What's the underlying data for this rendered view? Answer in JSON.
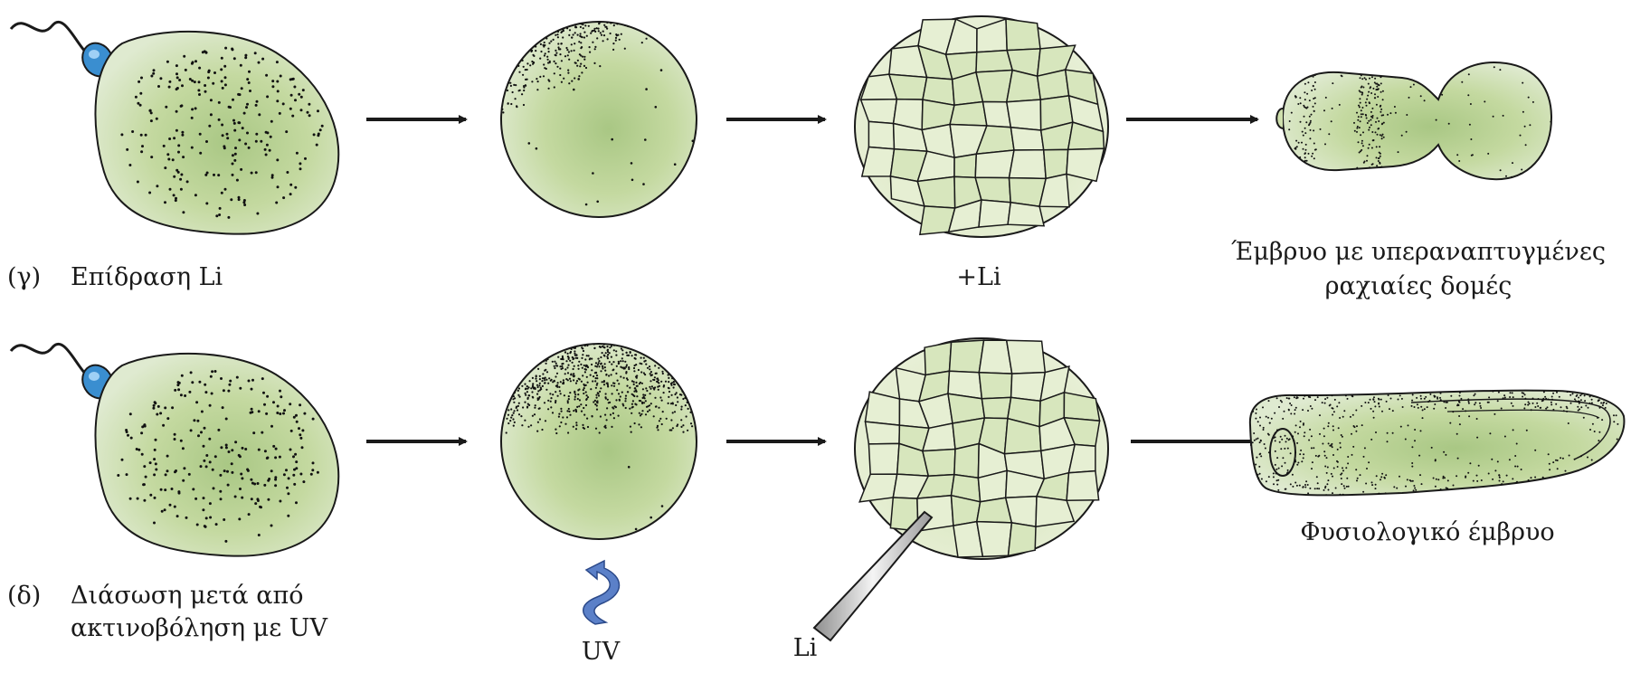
{
  "row_gamma": {
    "tag": "(γ)",
    "title": "Επίδραση Li",
    "treatment": "+Li",
    "result_line1": "Έμβρυο με υπεραναπτυγμένες",
    "result_line2": "ραχιαίες δομές"
  },
  "row_delta": {
    "tag": "(δ)",
    "title_line1": "Διάσωση μετά από",
    "title_line2": "ακτινοβόληση με UV",
    "uv_label": "UV",
    "li_label": "Li",
    "result": "Φυσιολογικό έμβρυο"
  },
  "colors": {
    "egg_fill": "#d8e6bc",
    "egg_center": "#a9c784",
    "cell_fill": "#e3eccd",
    "sperm_blue": "#3a8ed0",
    "uv_arrow": "#5b80c8",
    "stipple": "#111111"
  }
}
